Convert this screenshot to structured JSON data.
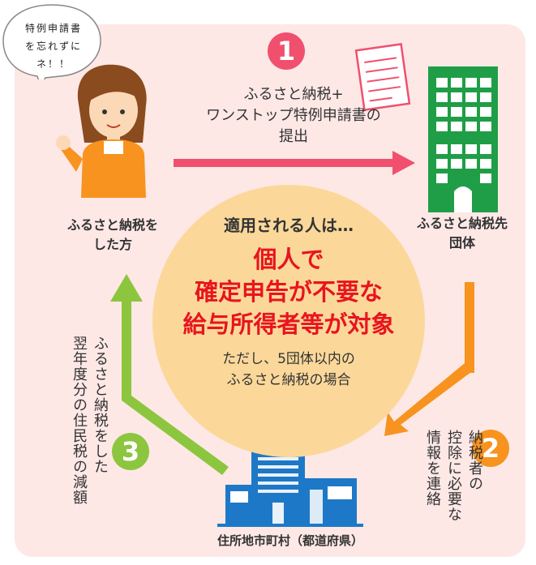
{
  "bubble": {
    "lines": [
      "特例申請書",
      "を忘れずに",
      "ネ！！"
    ]
  },
  "step1": {
    "number": "1",
    "lines": [
      "ふるさと納税+",
      "ワンストップ特例申請書の",
      "提出"
    ]
  },
  "step2": {
    "number": "2",
    "lines": [
      "納税者の",
      "控除に必要な",
      "情報を連絡"
    ]
  },
  "step3": {
    "number": "3",
    "lines": [
      "ふるさと納税をした",
      "翌年度分の住民税の減額"
    ]
  },
  "person": {
    "lines": [
      "ふるさと納税を",
      "した方"
    ]
  },
  "municipality": {
    "lines": [
      "ふるさと納税先",
      "団体"
    ]
  },
  "prefecture": {
    "label": "住所地市町村（都道府県）"
  },
  "center": {
    "heading": "適用される人は…",
    "red_lines": [
      "個人で",
      "確定申告が不要な",
      "給与所得者等が対象"
    ],
    "note_lines": [
      "ただし、5団体以内の",
      "ふるさと納税の場合"
    ]
  },
  "colors": {
    "pink": "#f0506e",
    "orange": "#f7931e",
    "green": "#8cc63f",
    "red": "#e8141e",
    "building_green": "#1f9e47",
    "building_blue": "#1e78c8"
  }
}
